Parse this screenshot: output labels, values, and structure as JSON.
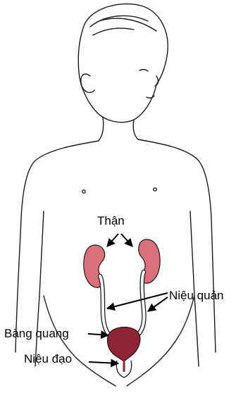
{
  "labels": {
    "kidney": "Thận",
    "ureter": "Niệu quản",
    "bladder": "Bàng quang",
    "urethra": "Niệu đạo"
  },
  "colors": {
    "outline": "#1a1a1a",
    "organ_fill": "#d9707a",
    "organ_shade": "#b94f5c",
    "bladder_fill": "#8e2434",
    "ureter_fill": "#f4f4f4",
    "background": "#ffffff"
  }
}
